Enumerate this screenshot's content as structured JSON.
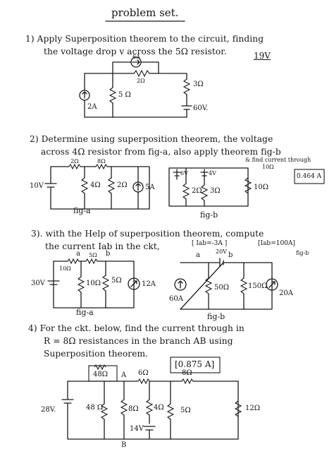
{
  "document": {
    "title": "problem set."
  },
  "q1": {
    "line1": "1)  Apply Superposition theorem to the circuit, finding",
    "line2": "the voltage drop v across the 5Ω resistor.",
    "answer": "19V",
    "labels": {
      "src_top": "6A",
      "r_top": "2Ω",
      "r_right": "3Ω",
      "r_mid": "5 Ω",
      "src_left": "2A",
      "v_right": "60V."
    }
  },
  "q2": {
    "line1": "2)  Determine using superposition theorem, the voltage",
    "line2": "across 4Ω resistor from fig-a, also apply theorem fig-b",
    "line3": "& find current through",
    "line4": "10Ω",
    "answer": "0.464 A",
    "fig_a": {
      "r1": "2Ω",
      "r2": "8Ω",
      "v": "10V",
      "r3": "4Ω",
      "r4": "2Ω",
      "i": "5A",
      "caption": "fig-a"
    },
    "fig_b": {
      "v1": "6V",
      "v2": "4V",
      "r1": "2Ω",
      "r2": "3Ω",
      "r3": "10Ω",
      "caption": "fig-b"
    }
  },
  "q3": {
    "line1": "3).  with the Help of superposition theorem, compute",
    "line2": "the current Iab in the ckt,",
    "ans_a": "[ Iab=-3A ]",
    "ans_b": "[Iab=100A]",
    "ans_b_note": "fig-b",
    "fig_a": {
      "a": "a",
      "b": "b",
      "r1": "5Ω",
      "r_left": "10Ω",
      "v": "30V",
      "r2": "10Ω",
      "r3": "5Ω",
      "i": "12A",
      "caption": "fig-a"
    },
    "fig_b": {
      "a": "a",
      "b": "b",
      "v": "20V",
      "i1": "60A",
      "r1": "50Ω",
      "r2": "150Ω",
      "i2": "20A",
      "caption": "fig-b"
    }
  },
  "q4": {
    "line1": "4)  For the ckt. below, find the current through in",
    "line2": "R = 8Ω resistances in the branch AB using",
    "line3": "Superposition theorem.",
    "answer": "[0.875 A]",
    "labels": {
      "r_top": "48Ω",
      "node_a": "A",
      "r6": "6Ω",
      "r8a": "8Ω",
      "v28": "28V.",
      "r48": "48 Ω",
      "r8b": "8Ω",
      "r4": "4Ω",
      "r5": "5Ω",
      "r12": "12Ω",
      "v14": "14V",
      "node_b": "B"
    }
  }
}
